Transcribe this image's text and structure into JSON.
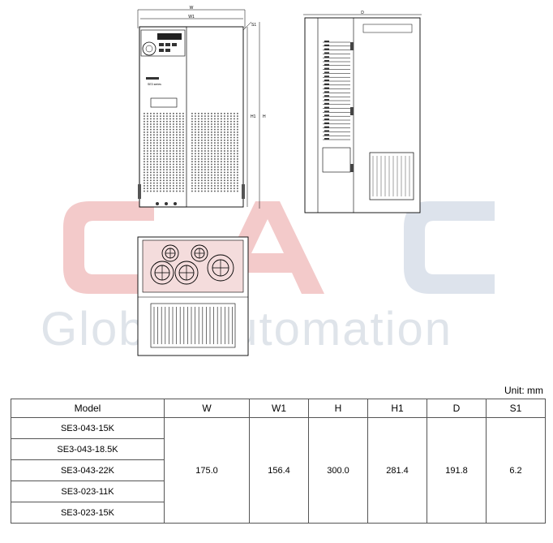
{
  "drawing": {
    "front_dim_labels": {
      "w": "W",
      "w1": "W1",
      "s1": "S1",
      "h": "H",
      "h1": "H1"
    },
    "side_dim_labels": {
      "d": "D"
    },
    "front_logo_text": "SE3 series"
  },
  "watermark": {
    "text": "Global Automation",
    "letters": "CAC"
  },
  "unit": "Unit: mm",
  "table": {
    "headers": [
      "Model",
      "W",
      "W1",
      "H",
      "H1",
      "D",
      "S1"
    ],
    "models": [
      "SE3-043-15K",
      "SE3-043-18.5K",
      "SE3-043-22K",
      "SE3-023-11K",
      "SE3-023-15K"
    ],
    "values": {
      "w": "175.0",
      "w1": "156.4",
      "h": "300.0",
      "h1": "281.4",
      "d": "191.8",
      "s1": "6.2"
    }
  }
}
